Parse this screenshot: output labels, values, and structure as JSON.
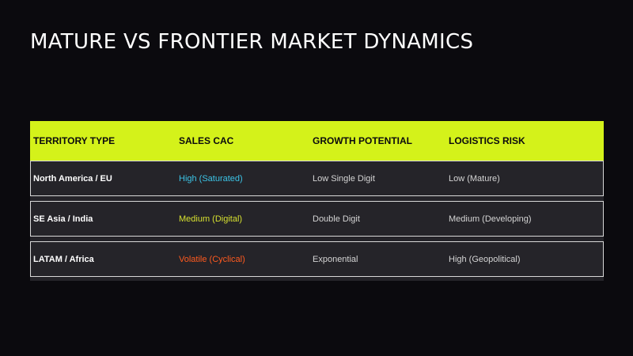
{
  "title": "MATURE VS FRONTIER MARKET DYNAMICS",
  "colors": {
    "background": "#0b0a0e",
    "header_bg": "#d4f21a",
    "row_bg": "#252429",
    "cac_high": "#3cc4e6",
    "cac_medium": "#d6e030",
    "cac_volatile": "#ff5a1f"
  },
  "table": {
    "headers": [
      "TERRITORY TYPE",
      "SALES CAC",
      "GROWTH POTENTIAL",
      "LOGISTICS RISK"
    ],
    "rows": [
      {
        "territory": "North America / EU",
        "sales_cac": "High (Saturated)",
        "growth": "Low Single Digit",
        "risk": "Low (Mature)"
      },
      {
        "territory": "SE Asia / India",
        "sales_cac": "Medium (Digital)",
        "growth": "Double Digit",
        "risk": "Medium (Developing)"
      },
      {
        "territory": "LATAM / Africa",
        "sales_cac": "Volatile (Cyclical)",
        "growth": "Exponential",
        "risk": "High (Geopolitical)"
      }
    ]
  }
}
